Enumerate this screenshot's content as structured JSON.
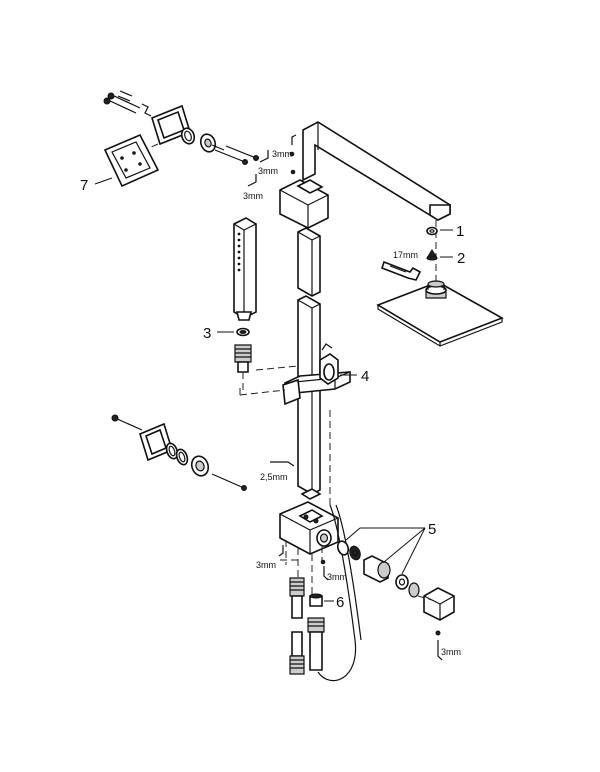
{
  "callouts": {
    "c1": "1",
    "c2": "2",
    "c3": "3",
    "c4": "4",
    "c5": "5",
    "c6": "6",
    "c7": "7"
  },
  "tool_labels": {
    "hex_top_1": "3mm",
    "hex_top_2": "3mm",
    "hex_top_3": "3mm",
    "spanner_head": "17mm",
    "hex_rail": "2,5mm",
    "hex_mixer_left": "3mm",
    "hex_mixer_mid": "3mm",
    "hex_cap": "3mm"
  }
}
